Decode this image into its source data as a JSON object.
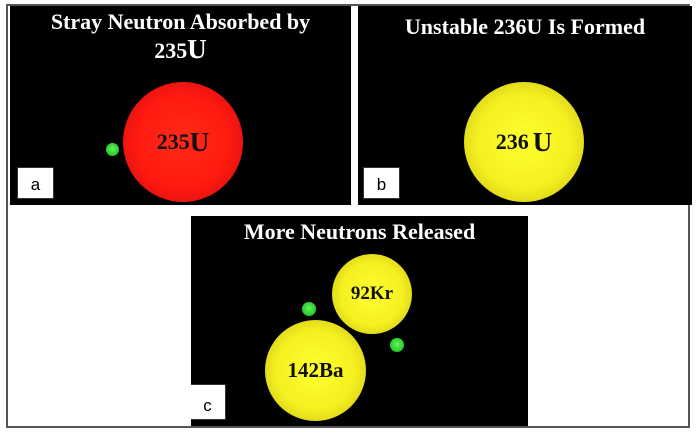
{
  "panels": {
    "a": {
      "title_line1": "Stray Neutron Absorbed by",
      "title_line2_number": "235",
      "title_line2_symbol": "U",
      "nucleus_number": "235",
      "nucleus_symbol": "U",
      "nucleus_color": "#ff1a10",
      "neutron_color": "#22cc22",
      "tag": "a"
    },
    "b": {
      "title": "Unstable 236U Is Formed",
      "nucleus_number": "236",
      "nucleus_symbol": "U",
      "nucleus_color": "#f5f020",
      "tag": "b"
    },
    "c": {
      "title": "More Neutrons Released",
      "fragment1": "92Kr",
      "fragment2": "142Ba",
      "fragment_color": "#f5f020",
      "neutron_color": "#22cc22",
      "tag": "c"
    }
  }
}
